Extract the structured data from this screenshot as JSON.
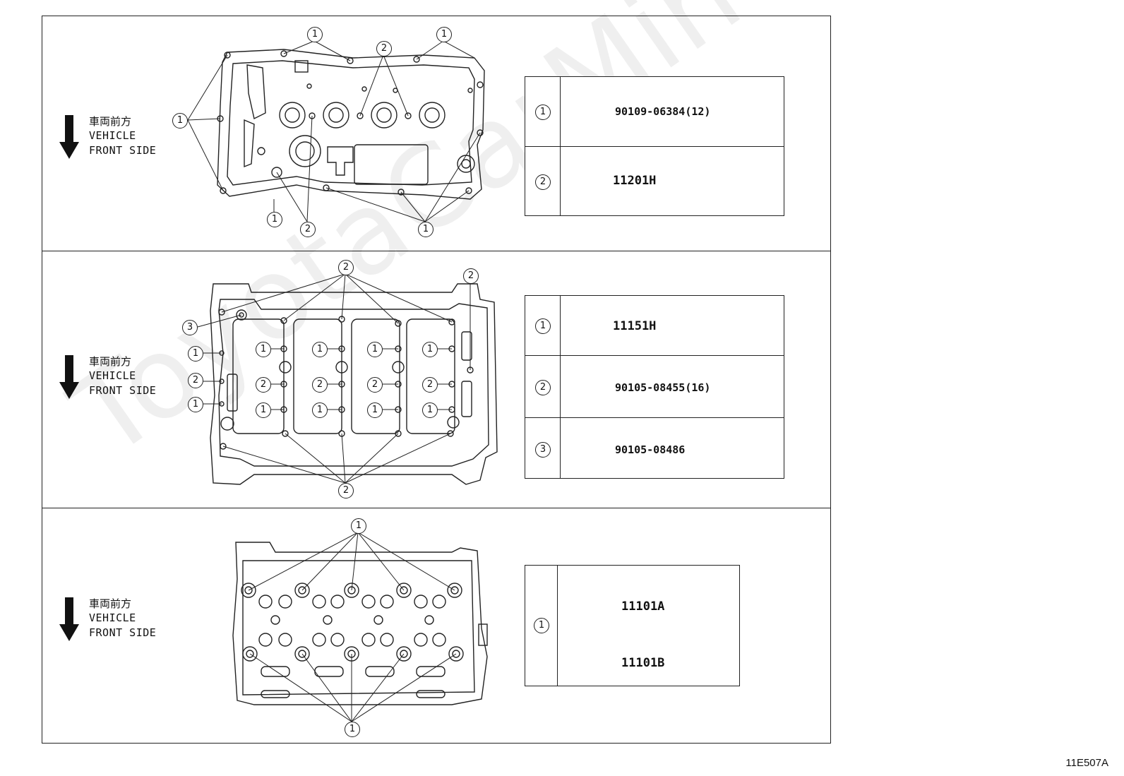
{
  "watermark": "ToyotaCarMine.ru",
  "front_label": {
    "jp": "車両前方",
    "en_line1": "VEHICLE",
    "en_line2": "FRONT SIDE"
  },
  "sections": [
    {
      "name": "upper",
      "parts": [
        {
          "ref": "1",
          "part_number": "90109-06384(12)"
        },
        {
          "ref": "2",
          "part_number": "11201H"
        }
      ]
    },
    {
      "name": "middle",
      "parts": [
        {
          "ref": "1",
          "part_number": "11151H"
        },
        {
          "ref": "2",
          "part_number": "90105-08455(16)"
        },
        {
          "ref": "3",
          "part_number": "90105-08486"
        }
      ]
    },
    {
      "name": "lower",
      "parts": [
        {
          "ref": "1",
          "part_number": "11101A",
          "part_number_2": "11101B"
        }
      ]
    }
  ],
  "callouts": {
    "c1": "1",
    "c2": "2",
    "c3": "3"
  },
  "illustration_code": "11E507A"
}
